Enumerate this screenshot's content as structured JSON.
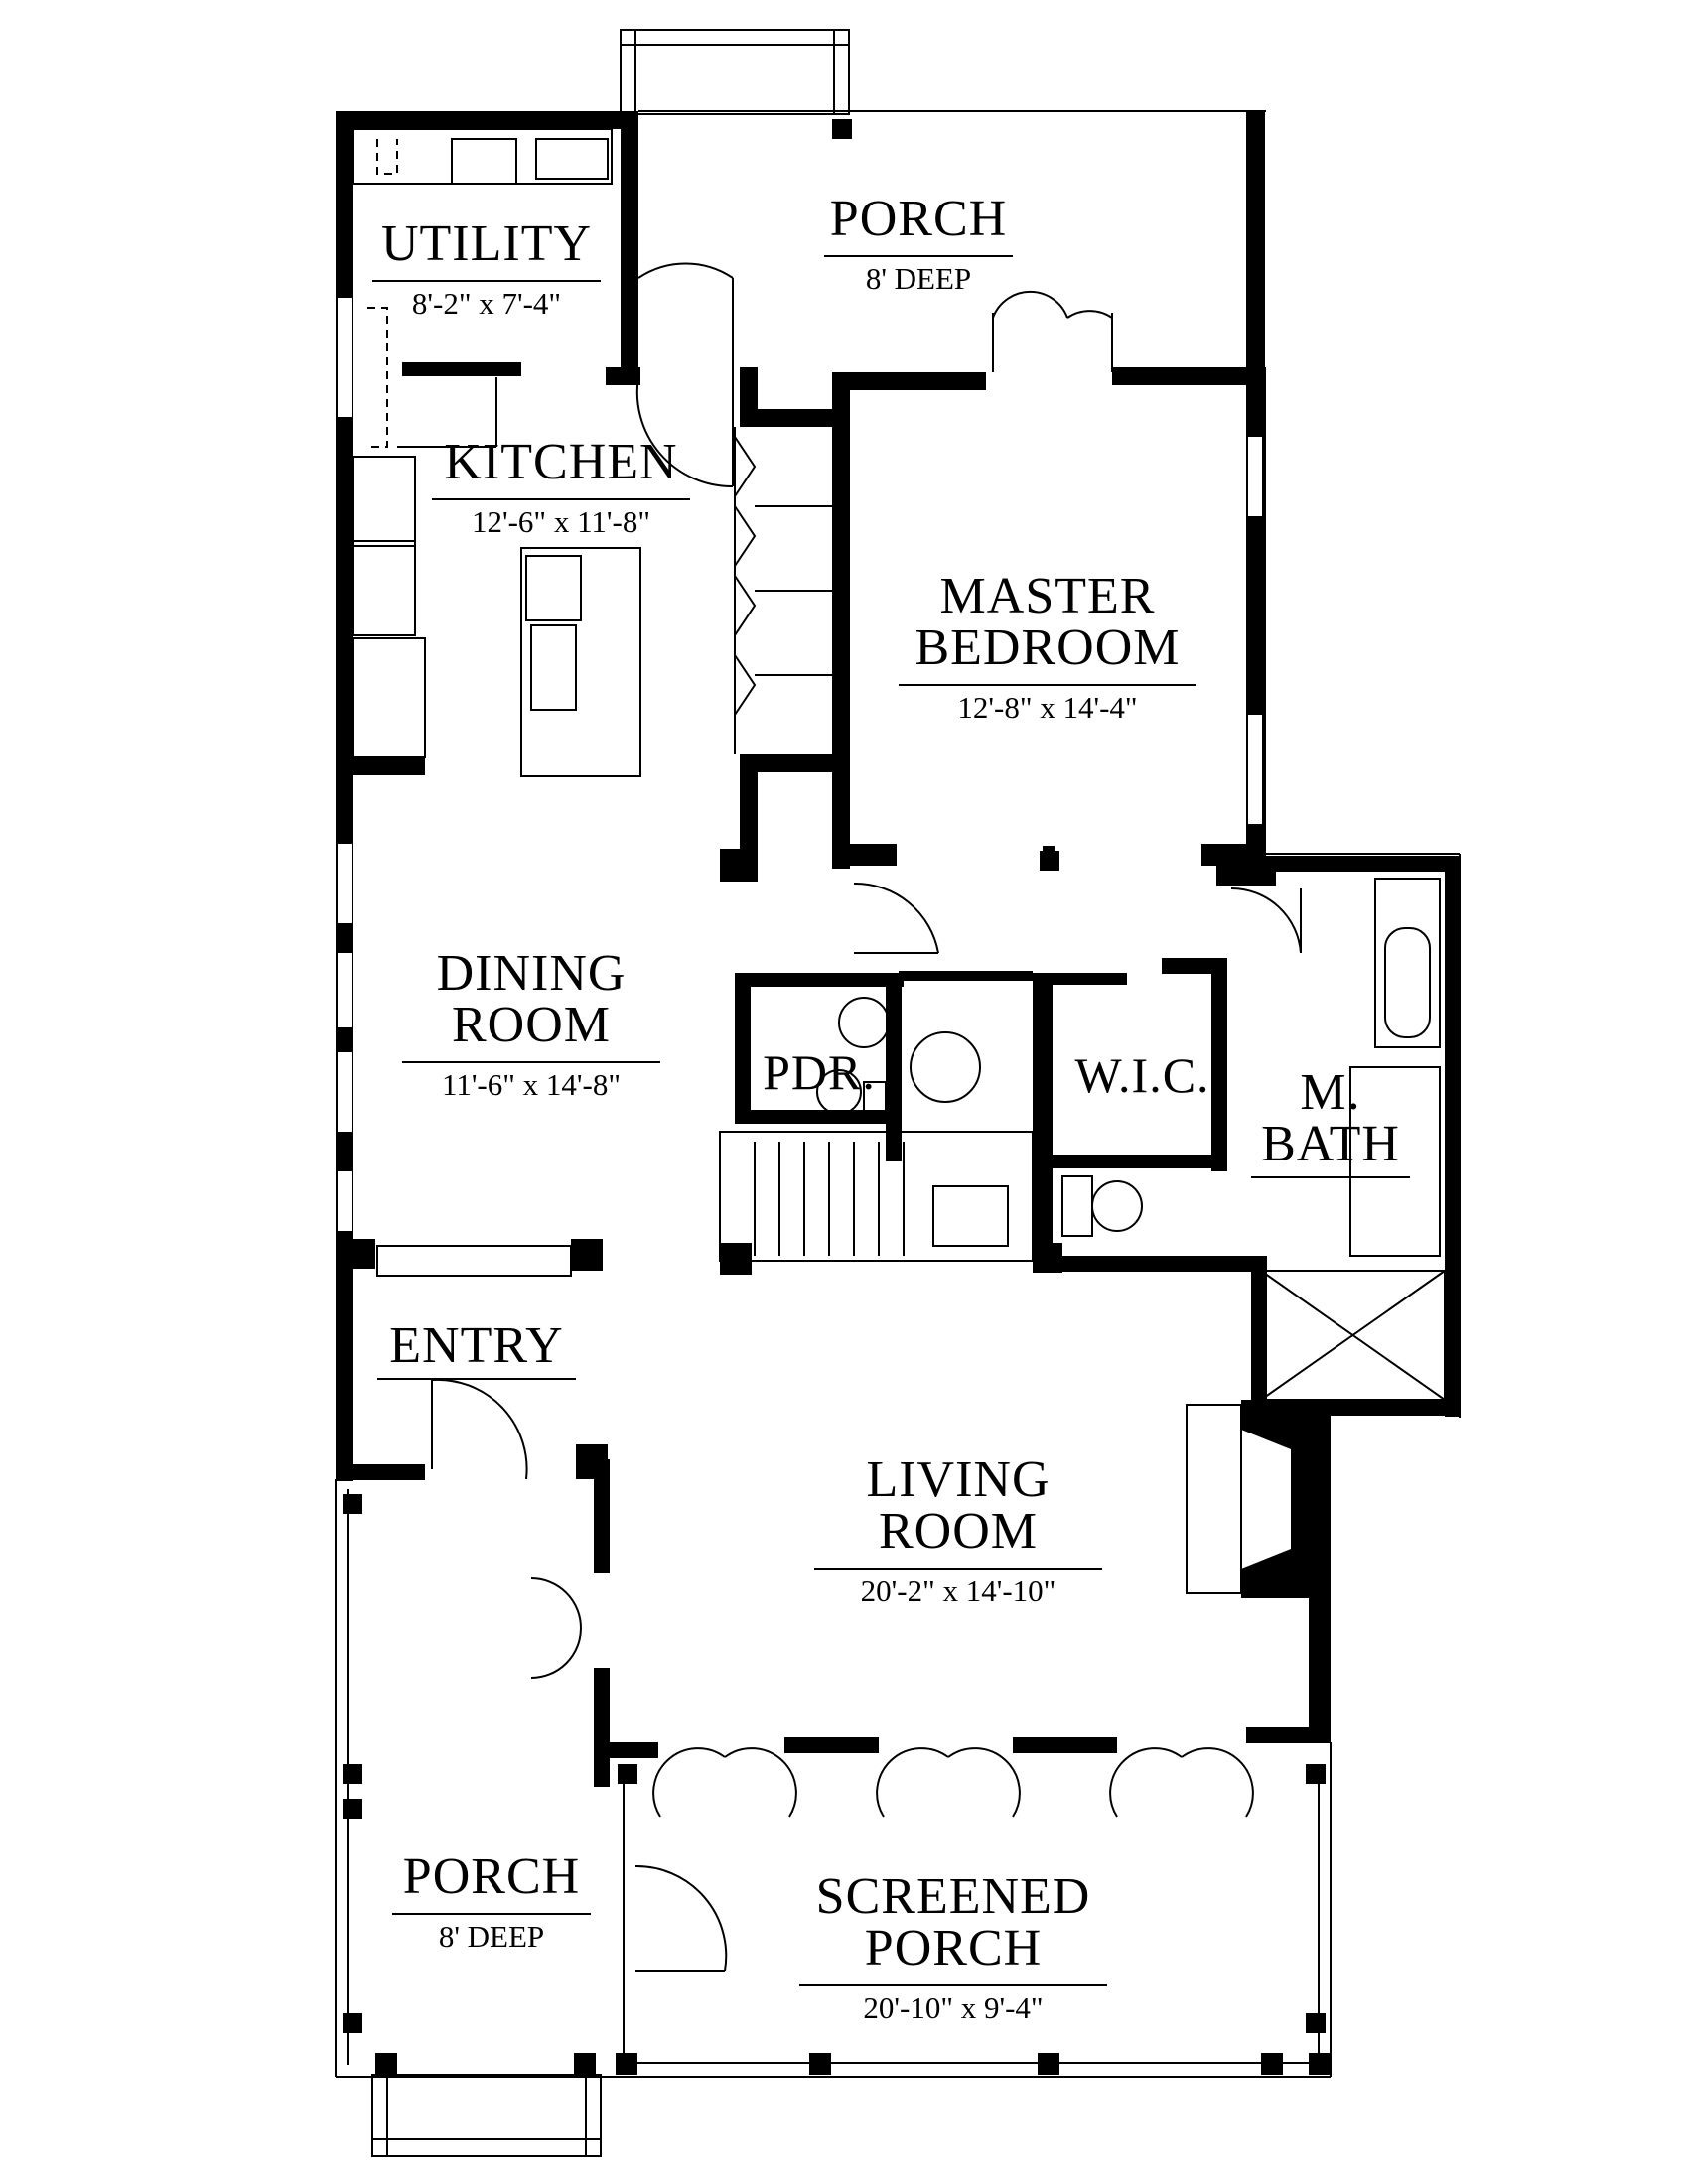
{
  "rooms": {
    "porch_top": {
      "name": "PORCH",
      "size": "8' DEEP"
    },
    "utility": {
      "name": "UTILITY",
      "size": "8'-2\" x 7'-4\""
    },
    "kitchen": {
      "name": "KITCHEN",
      "size": "12'-6\" x 11'-8\""
    },
    "master_bedroom": {
      "name_line1": "MASTER",
      "name_line2": "BEDROOM",
      "size": "12'-8\" x 14'-4\""
    },
    "dining_room": {
      "name_line1": "DINING",
      "name_line2": "ROOM",
      "size": "11'-6\" x 14'-8\""
    },
    "pdr": {
      "name": "PDR."
    },
    "wic": {
      "name": "W.I.C."
    },
    "m_bath": {
      "name_line1": "M.",
      "name_line2": "BATH"
    },
    "entry": {
      "name": "ENTRY"
    },
    "living_room": {
      "name_line1": "LIVING",
      "name_line2": "ROOM",
      "size": "20'-2\" x 14'-10\""
    },
    "porch_bottom": {
      "name": "PORCH",
      "size": "8' DEEP"
    },
    "screened_porch": {
      "name_line1": "SCREENED",
      "name_line2": "PORCH",
      "size": "20'-10\" x 9'-4\""
    }
  }
}
